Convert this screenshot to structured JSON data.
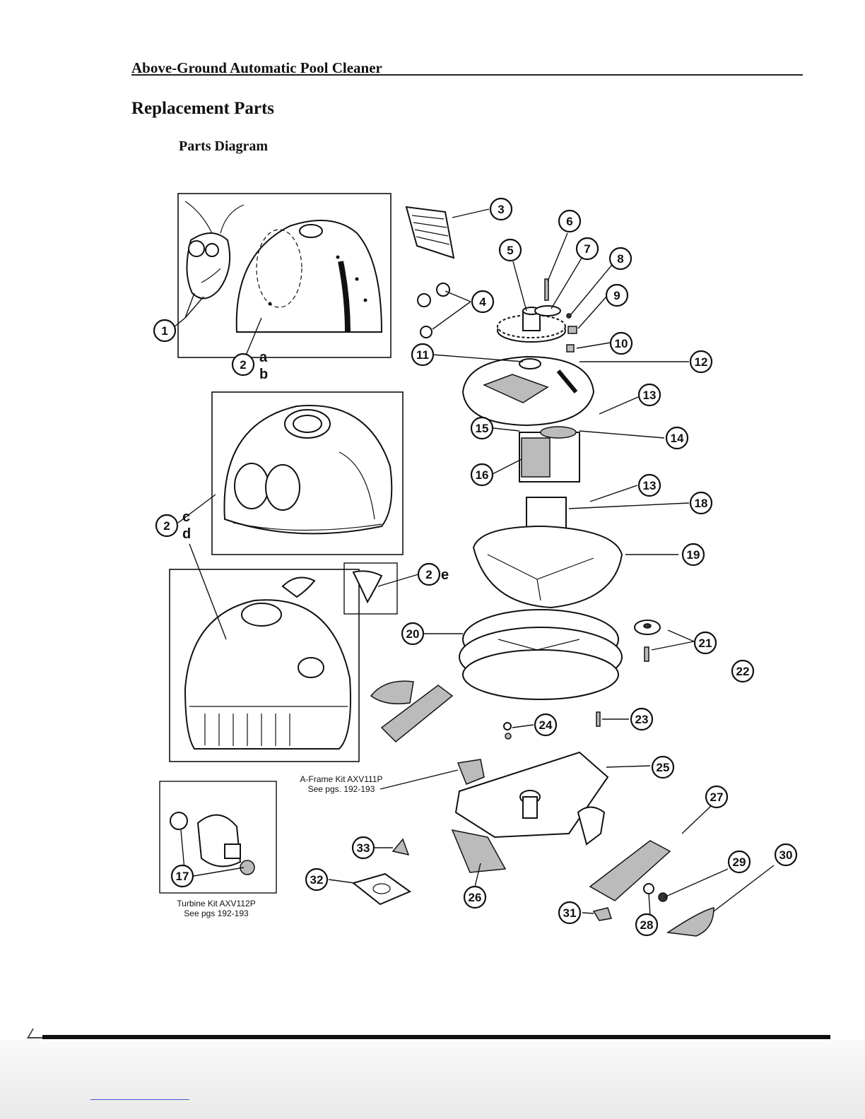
{
  "header": {
    "title": "Above-Ground Automatic Pool Cleaner"
  },
  "section": {
    "title": "Replacement Parts"
  },
  "subsection": {
    "title": "Parts Diagram"
  },
  "callouts": [
    {
      "id": "c1",
      "label": "1"
    },
    {
      "id": "c2ab",
      "label": "2"
    },
    {
      "id": "c2cd",
      "label": "2"
    },
    {
      "id": "c2e",
      "label": "2"
    },
    {
      "id": "c3",
      "label": "3"
    },
    {
      "id": "c4",
      "label": "4"
    },
    {
      "id": "c5",
      "label": "5"
    },
    {
      "id": "c6",
      "label": "6"
    },
    {
      "id": "c7",
      "label": "7"
    },
    {
      "id": "c8",
      "label": "8"
    },
    {
      "id": "c9",
      "label": "9"
    },
    {
      "id": "c10",
      "label": "10"
    },
    {
      "id": "c11",
      "label": "11"
    },
    {
      "id": "c12",
      "label": "12"
    },
    {
      "id": "c13a",
      "label": "13"
    },
    {
      "id": "c13b",
      "label": "13"
    },
    {
      "id": "c14",
      "label": "14"
    },
    {
      "id": "c15",
      "label": "15"
    },
    {
      "id": "c16",
      "label": "16"
    },
    {
      "id": "c17",
      "label": "17"
    },
    {
      "id": "c18",
      "label": "18"
    },
    {
      "id": "c19",
      "label": "19"
    },
    {
      "id": "c20",
      "label": "20"
    },
    {
      "id": "c21",
      "label": "21"
    },
    {
      "id": "c22",
      "label": "22"
    },
    {
      "id": "c23",
      "label": "23"
    },
    {
      "id": "c24",
      "label": "24"
    },
    {
      "id": "c25",
      "label": "25"
    },
    {
      "id": "c26",
      "label": "26"
    },
    {
      "id": "c27",
      "label": "27"
    },
    {
      "id": "c28",
      "label": "28"
    },
    {
      "id": "c29",
      "label": "29"
    },
    {
      "id": "c30",
      "label": "30"
    },
    {
      "id": "c31",
      "label": "31"
    },
    {
      "id": "c32",
      "label": "32"
    },
    {
      "id": "c33",
      "label": "33"
    }
  ],
  "variant_letters": {
    "a": "a",
    "b": "b",
    "c": "c",
    "d": "d",
    "e": "e"
  },
  "kits": {
    "aframe": {
      "line1": "A-Frame Kit  AXV111P",
      "line2": "See pgs. 192-193"
    },
    "turbine": {
      "line1": "Turbine Kit AXV112P",
      "line2": "See pgs  192-193"
    }
  }
}
